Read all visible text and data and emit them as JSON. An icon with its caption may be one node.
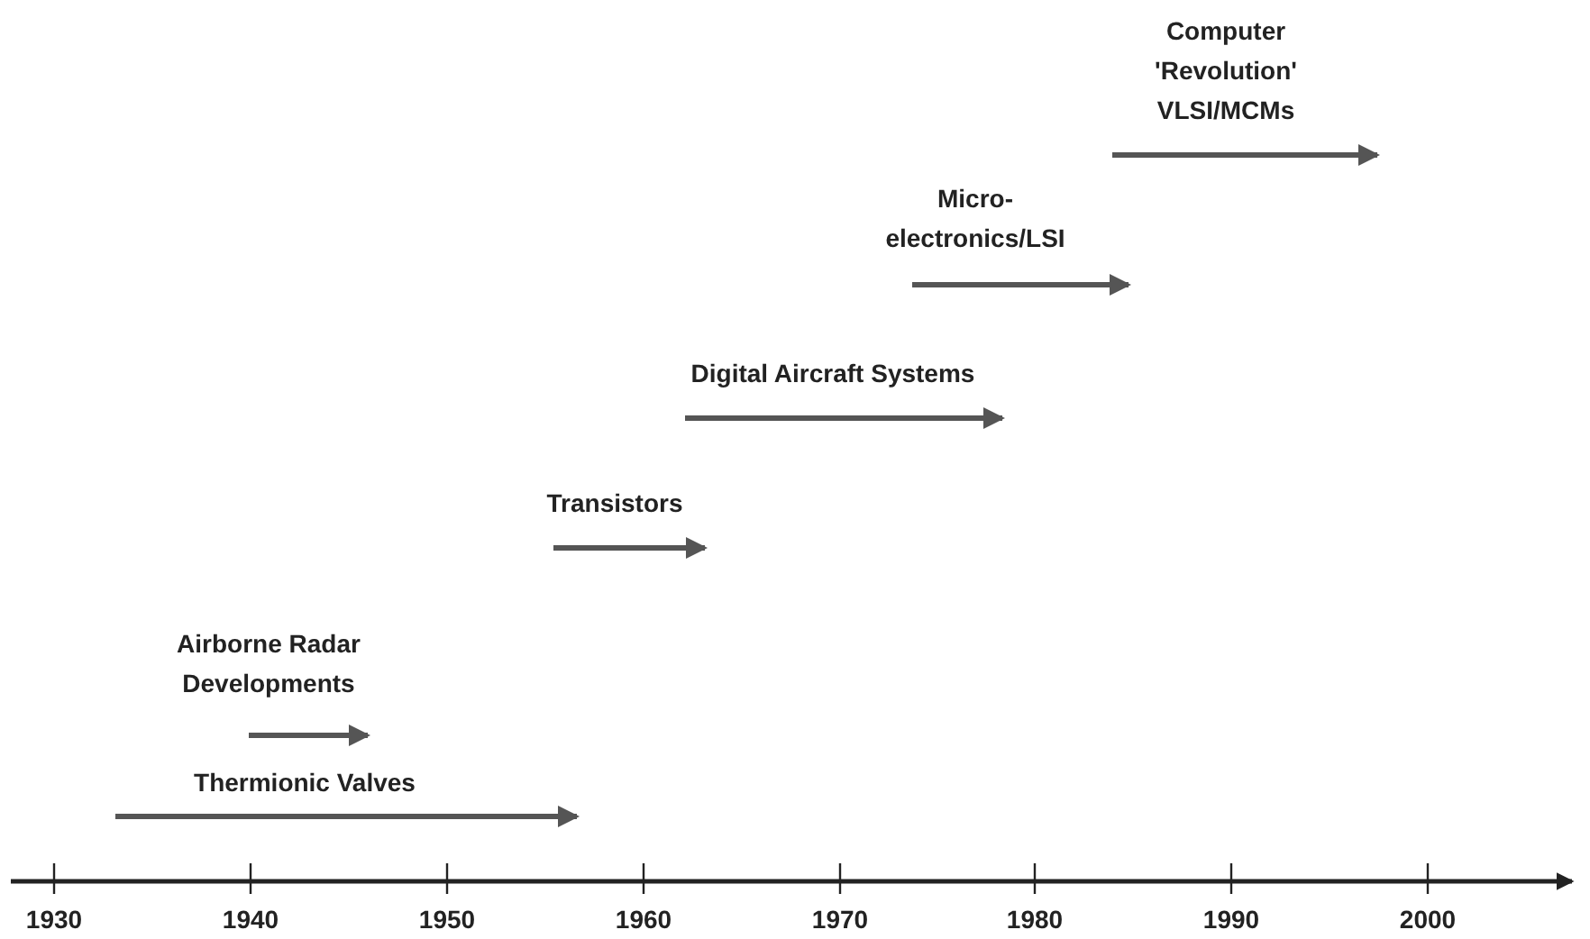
{
  "diagram": {
    "labels": [
      "Computer 'Revolution' VLSI/MCMs",
      "Micro- electronics/LSI",
      "Digital Aircraft Systems",
      "Transistors",
      "Airborne Radar Developments",
      "Thermionic Valves",
      "1930",
      "1940",
      "1950",
      "1960",
      "1970",
      "1980",
      "1990",
      "2000"
    ]
  }
}
